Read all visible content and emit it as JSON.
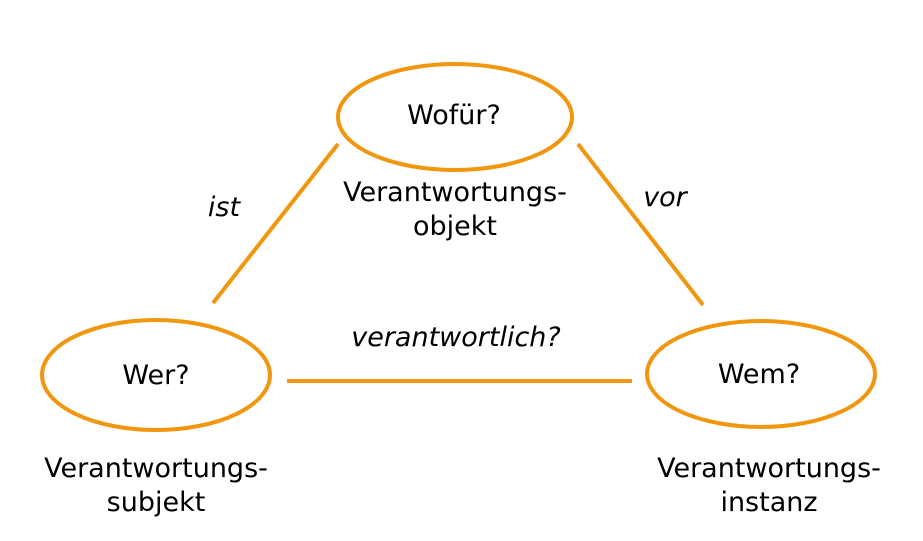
{
  "colors": {
    "accent": "#f0960f",
    "text": "#000000",
    "background": "#ffffff"
  },
  "nodes": {
    "top": {
      "question": "Wofür?",
      "caption_line1": "Verantwortungs-",
      "caption_line2": "objekt"
    },
    "left": {
      "question": "Wer?",
      "caption_line1": "Verantwortungs-",
      "caption_line2": "subjekt"
    },
    "right": {
      "question": "Wem?",
      "caption_line1": "Verantwortungs-",
      "caption_line2": "instanz"
    }
  },
  "edges": {
    "left_top": "ist",
    "top_right": "vor",
    "left_right": "verantwortlich?"
  }
}
